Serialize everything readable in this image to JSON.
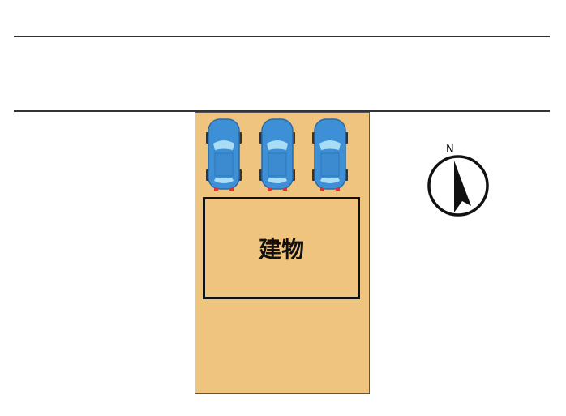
{
  "road": {
    "label": ""
  },
  "building": {
    "label": "建物"
  },
  "compass": {
    "label": "N"
  },
  "cars": [
    {
      "id": 1
    },
    {
      "id": 2
    },
    {
      "id": 3
    }
  ]
}
